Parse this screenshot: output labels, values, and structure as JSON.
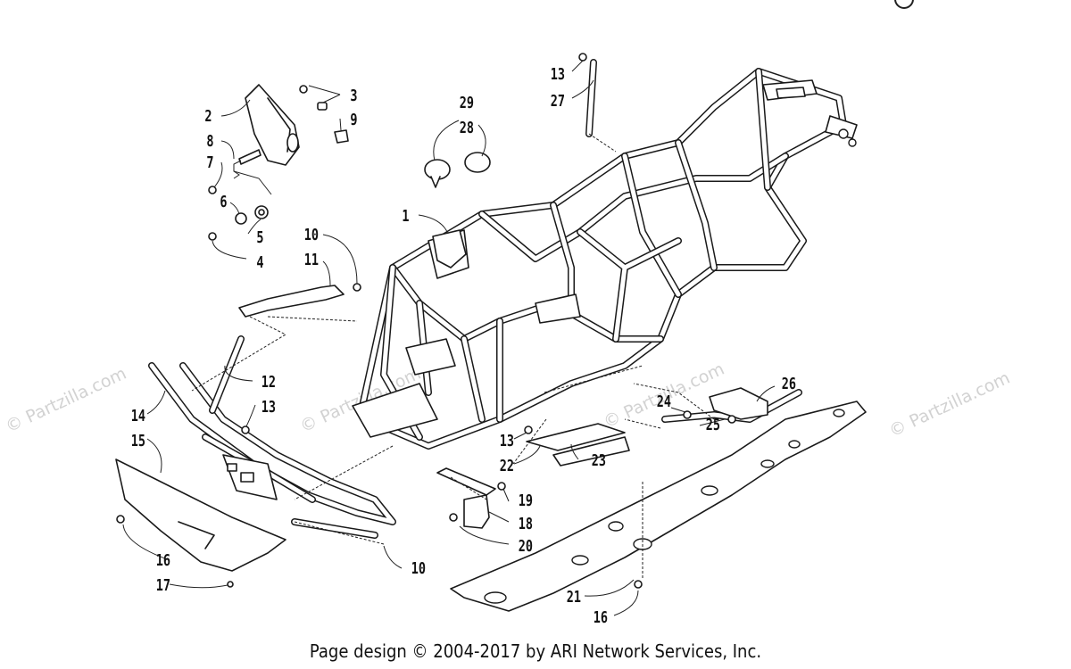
{
  "callouts": {
    "c1": "1",
    "c2": "2",
    "c3": "3",
    "c4": "4",
    "c5": "5",
    "c6": "6",
    "c7": "7",
    "c8": "8",
    "c9": "9",
    "c10a": "10",
    "c10b": "10",
    "c11": "11",
    "c12": "12",
    "c13a": "13",
    "c13b": "13",
    "c13c": "13",
    "c14": "14",
    "c15": "15",
    "c16a": "16",
    "c16b": "16",
    "c17": "17",
    "c18": "18",
    "c19": "19",
    "c20": "20",
    "c21": "21",
    "c22": "22",
    "c23": "23",
    "c24": "24",
    "c25": "25",
    "c26": "26",
    "c27": "27",
    "c28": "28",
    "c29": "29"
  },
  "watermark": {
    "w1": "© Partzilla.com",
    "w2": "© Partzilla.com",
    "w3": "© Partzilla.com",
    "w4": "© Partzilla.com"
  },
  "footer": {
    "text": "Page design © 2004-2017 by ARI Network Services, Inc."
  }
}
